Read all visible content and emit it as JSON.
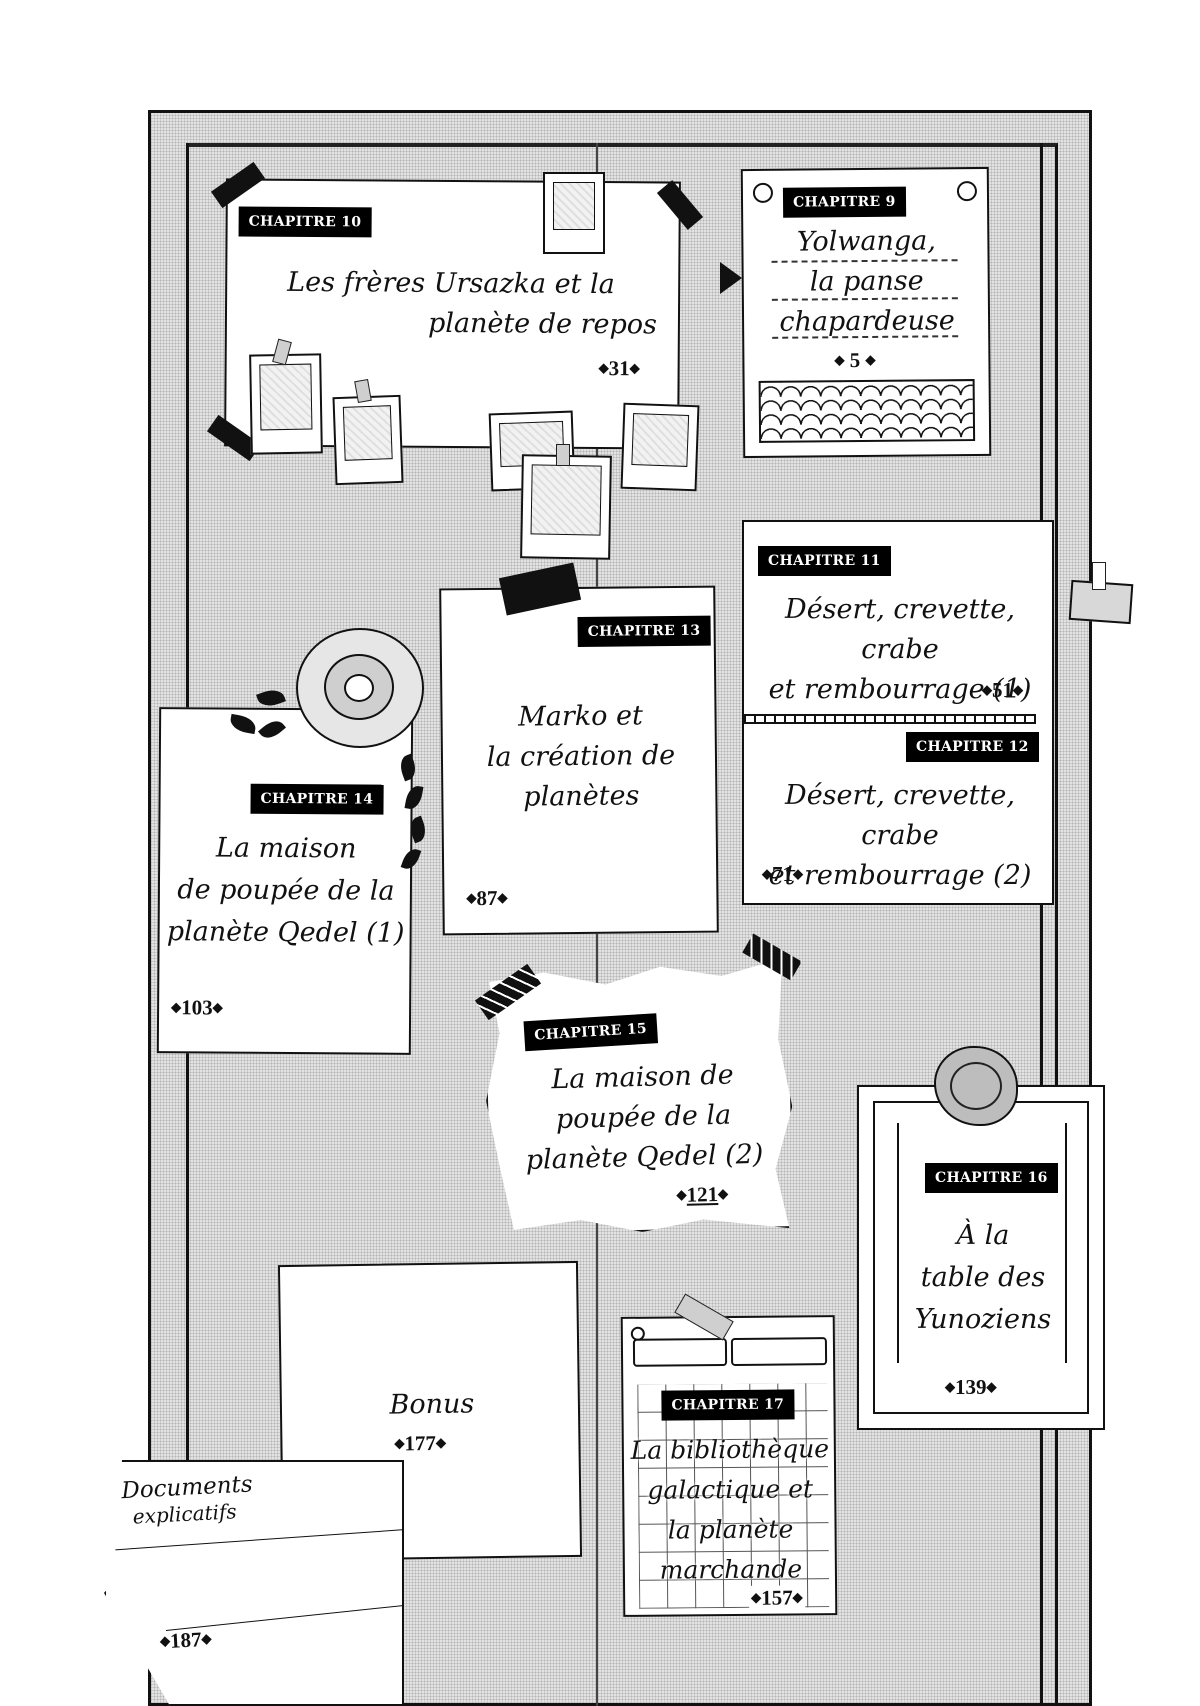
{
  "page": {
    "type": "table-of-contents",
    "style": "corkboard-notes"
  },
  "chapters": [
    {
      "label": "CHAPITRE 9",
      "title_lines": [
        "Yolwanga,",
        "la panse",
        "chapardeuse"
      ],
      "page": "5"
    },
    {
      "label": "CHAPITRE 10",
      "title_lines": [
        "Les frères Ursazka et la",
        "planète de repos"
      ],
      "page": "31"
    },
    {
      "label": "CHAPITRE 11",
      "title_lines": [
        "Désert, crevette, crabe",
        "et rembourrage (1)"
      ],
      "page": "51"
    },
    {
      "label": "CHAPITRE 12",
      "title_lines": [
        "Désert, crevette, crabe",
        "et rembourrage (2)"
      ],
      "page": "71"
    },
    {
      "label": "CHAPITRE 13",
      "title_lines": [
        "Marko et",
        "la création de",
        "planètes"
      ],
      "page": "87"
    },
    {
      "label": "CHAPITRE 14",
      "title_lines": [
        "La maison",
        "de poupée de la",
        "planète Qedel (1)"
      ],
      "page": "103"
    },
    {
      "label": "CHAPITRE 15",
      "title_lines": [
        "La maison de",
        "poupée de la",
        "planète Qedel (2)"
      ],
      "page": "121"
    },
    {
      "label": "CHAPITRE 16",
      "title_lines": [
        "À la",
        "table des",
        "Yunoziens"
      ],
      "page": "139"
    },
    {
      "label": "CHAPITRE 17",
      "title_lines": [
        "La bibliothèque",
        "galactique et",
        "la planète",
        "marchande"
      ],
      "page": "157"
    }
  ],
  "extras": [
    {
      "title": "Bonus",
      "page": "177"
    },
    {
      "title_lines": [
        "Documents",
        "explicatifs"
      ],
      "page": "187"
    }
  ],
  "page_marker": "◆"
}
